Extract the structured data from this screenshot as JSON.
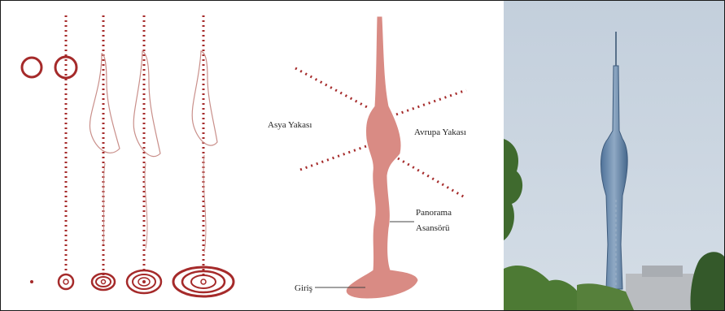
{
  "labels": {
    "asia": "Asya Yakası",
    "europe": "Avrupa Yakası",
    "panorama_line1": "Panorama",
    "panorama_line2": "Asansörü",
    "entrance": "Giriş"
  },
  "colors": {
    "dotted": "#a52a2a",
    "tower_fill": "#d98b84",
    "outline_light": "#c98f8a",
    "sky": "#c7d3df",
    "tower_blue": "#5a7fa6"
  },
  "icons": [
    "circle-sketch-icon",
    "tower-silhouette-icon",
    "tower-photo"
  ]
}
